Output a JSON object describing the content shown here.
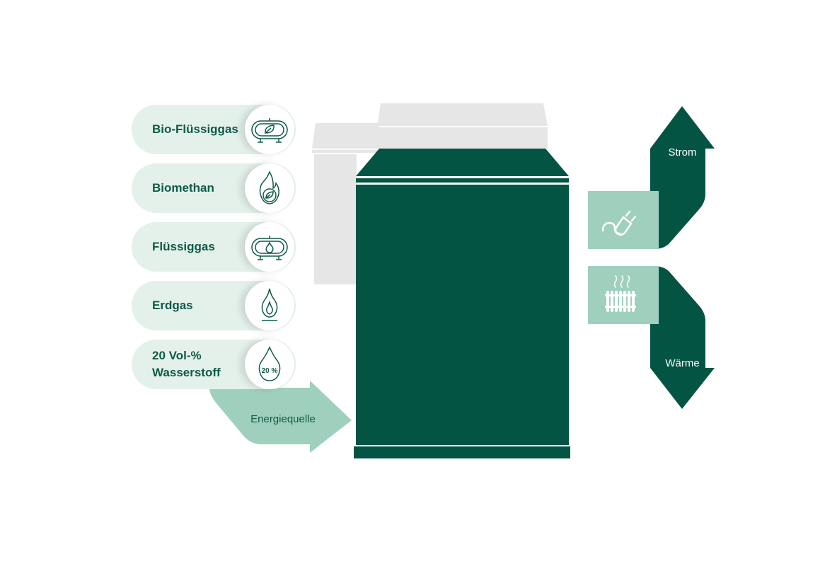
{
  "colors": {
    "dark_green": "#045444",
    "light_green": "#9fd0bd",
    "pill_bg": "#e3f1ea",
    "text_green": "#0f5a47",
    "grey": "#e6e6e6"
  },
  "sources": [
    {
      "label": "Bio-Flüssiggas",
      "icon": "tank-leaf-icon"
    },
    {
      "label": "Biomethan",
      "icon": "flame-leaf-icon"
    },
    {
      "label": "Flüssiggas",
      "icon": "tank-flame-icon"
    },
    {
      "label": "Erdgas",
      "icon": "flame-icon"
    },
    {
      "label": "20 Vol-%\nWasserstoff",
      "icon": "drop-20-percent-icon",
      "icon_text": "20 %"
    }
  ],
  "input_arrow": {
    "label": "Energiequelle"
  },
  "outputs": {
    "electricity": {
      "label": "Strom",
      "icon": "plug-icon"
    },
    "heat": {
      "label": "Wärme",
      "icon": "radiator-icon"
    }
  }
}
